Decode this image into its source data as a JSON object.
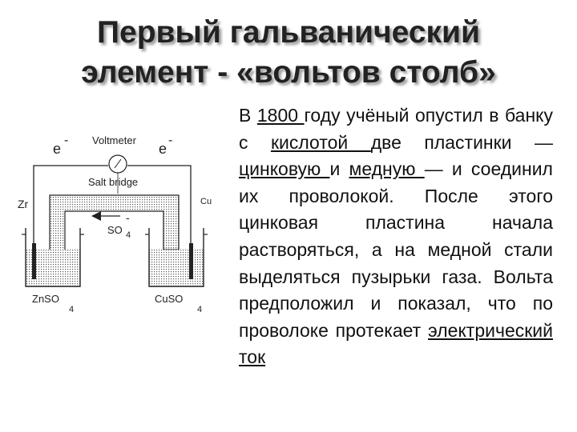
{
  "title": {
    "line1": "Первый гальванический",
    "line2": "элемент - «вольтов столб»"
  },
  "diagram": {
    "voltmeter_label": "Voltmeter",
    "electron_left": "e",
    "electron_right": "e",
    "electron_sup": "-",
    "salt_bridge_label": "Salt bridge",
    "zr_label": "Zr",
    "cu_label": "Cu",
    "ion_label": "SO",
    "ion_charge": "-",
    "ion_sub": "4",
    "left_solution": "ZnSO",
    "left_solution_sub": "4",
    "right_solution": "CuSO",
    "right_solution_sub": "4"
  },
  "text": {
    "p1": "В ",
    "year": "1800 ",
    "p2": "году учёный опустил в банку с ",
    "acid": "кислотой ",
    "p3": "две пластинки — ",
    "zinc": "цинковую ",
    "p4": "и ",
    "copper": "медную ",
    "p5": "— и соединил их проволокой. После этого цинковая пластина начала растворяться, а на медной стали выделяться пузырьки газа. Вольта предположил и показал, что по проволоке протекает ",
    "current": "электрический ток"
  }
}
